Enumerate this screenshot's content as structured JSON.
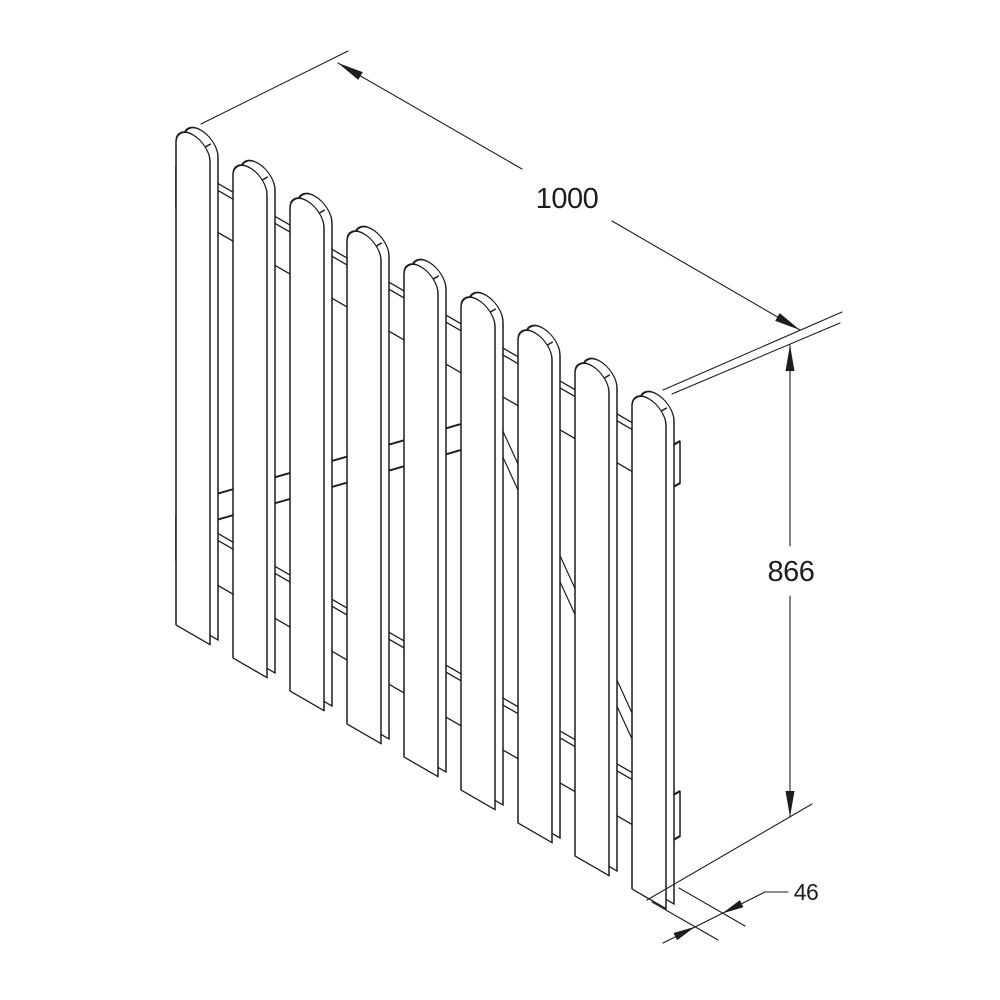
{
  "page": {
    "background": "#ffffff",
    "line_color": "#1d1d1b"
  },
  "drawing": {
    "title": "Isometric line drawing of a wooden picket gate with rounded pale tops",
    "style": "black technical line art on white",
    "gate": {
      "picket_count": 9,
      "picket_top_shape": "rounded",
      "rail_count": 2,
      "brace": "diagonal braces between rails"
    },
    "dimensions": {
      "width": {
        "value": "1000",
        "unit": "mm",
        "placement": "isometric dimension line across the top"
      },
      "height": {
        "value": "866",
        "unit": "mm",
        "placement": "vertical dimension line on the right"
      },
      "thickness": {
        "value": "46",
        "unit": "mm",
        "placement": "leader dimension at the bottom right"
      }
    }
  }
}
